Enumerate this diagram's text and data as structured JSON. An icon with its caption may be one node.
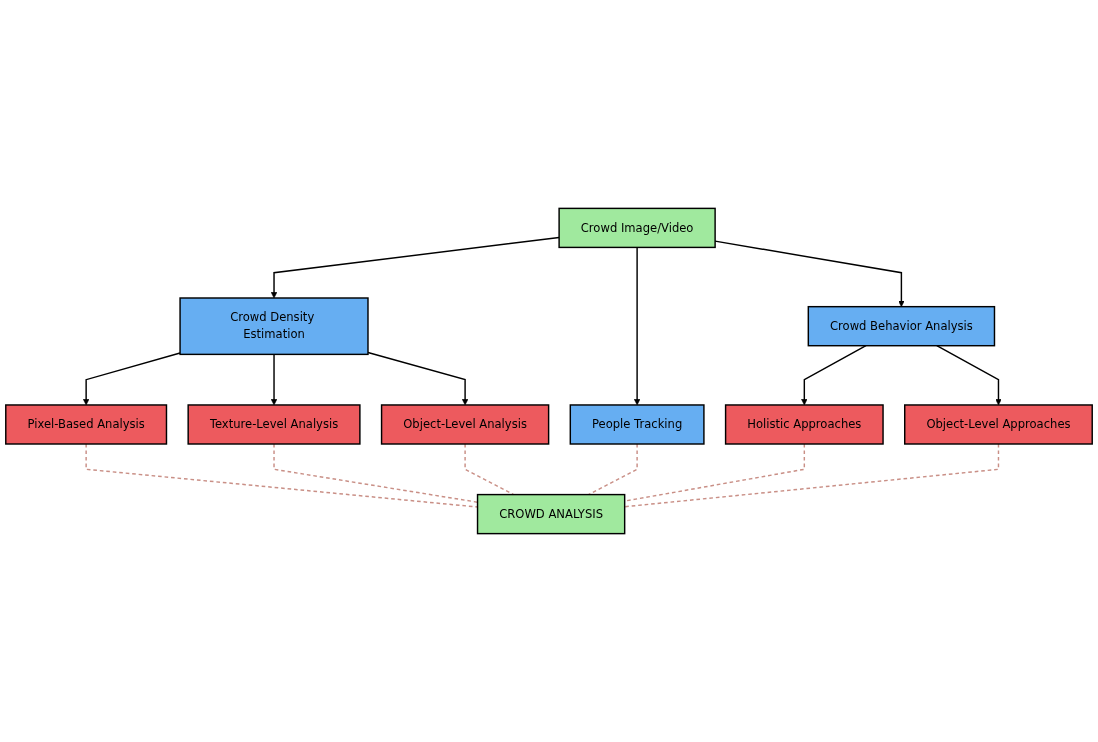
{
  "diagram": {
    "nodes": [
      {
        "text": [
          "Crowd Image/Video"
        ]
      },
      {
        "text": [
          "Crowd Density Estimation"
        ]
      },
      {
        "text": [
          "People Tracking"
        ]
      },
      {
        "text": [
          "Crowd Behavior Analysis"
        ]
      },
      {
        "text": [
          "Pixel-Based Analysis"
        ]
      },
      {
        "text": [
          "Texture-Level Analysis"
        ]
      },
      {
        "text": [
          "Object-Level Analysis"
        ]
      },
      {
        "text": [
          "Holistic Approaches"
        ]
      },
      {
        "text": [
          "Object-Level Approaches"
        ]
      },
      {
        "text": [
          "CROWD ANALYSIS"
        ]
      }
    ],
    "edges": [
      {
        "from": 0,
        "to": 1,
        "arrow": "to"
      },
      {
        "from": 0,
        "to": 2,
        "arrow": "to"
      },
      {
        "from": 0,
        "to": 3,
        "arrow": "to"
      },
      {
        "from": 1,
        "to": 4,
        "arrow": "to"
      },
      {
        "from": 1,
        "to": 5,
        "arrow": "to"
      },
      {
        "from": 1,
        "to": 6,
        "arrow": "to"
      },
      {
        "from": 3,
        "to": 7,
        "arrow": "to"
      },
      {
        "from": 3,
        "to": 8,
        "arrow": "to"
      },
      {
        "from": 4,
        "to": 9,
        "arrow": "none",
        "style": "dashed",
        "color": "#c98f86"
      },
      {
        "from": 5,
        "to": 9,
        "arrow": "none",
        "style": "dashed",
        "color": "#c98f86"
      },
      {
        "from": 6,
        "to": 9,
        "arrow": "none",
        "style": "dashed",
        "color": "#c98f86"
      },
      {
        "from": 2,
        "to": 9,
        "arrow": "none",
        "style": "dashed",
        "color": "#c98f86"
      },
      {
        "from": 7,
        "to": 9,
        "arrow": "none",
        "style": "dashed",
        "color": "#c98f86"
      },
      {
        "from": 8,
        "to": 9,
        "arrow": "none",
        "style": "dashed",
        "color": "#c98f86"
      }
    ]
  }
}
